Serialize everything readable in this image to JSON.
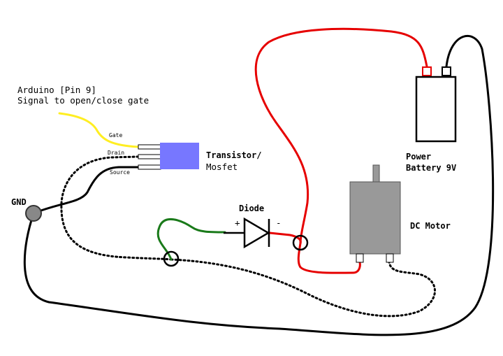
{
  "colors": {
    "power_wire": "#e60000",
    "ground_wire": "#000000",
    "signal_wire": "#ffee22",
    "diode_link_wire": "#1a7a1a",
    "transistor_body": "#7777ff",
    "motor_body": "#999999",
    "gnd_node": "#888888"
  },
  "labels": {
    "arduino_line1": "Arduino [Pin 9]",
    "arduino_line2": "Signal to open/close gate",
    "gate": "Gate",
    "drain": "Drain",
    "source": "Source",
    "transistor_line1": "Transistor/",
    "transistor_line2": "Mosfet",
    "gnd": "GND",
    "diode": "Diode",
    "diode_plus": "+",
    "diode_minus": "-",
    "dc_motor": "DC Motor",
    "battery_line1": "Power",
    "battery_line2": "Battery 9V"
  }
}
